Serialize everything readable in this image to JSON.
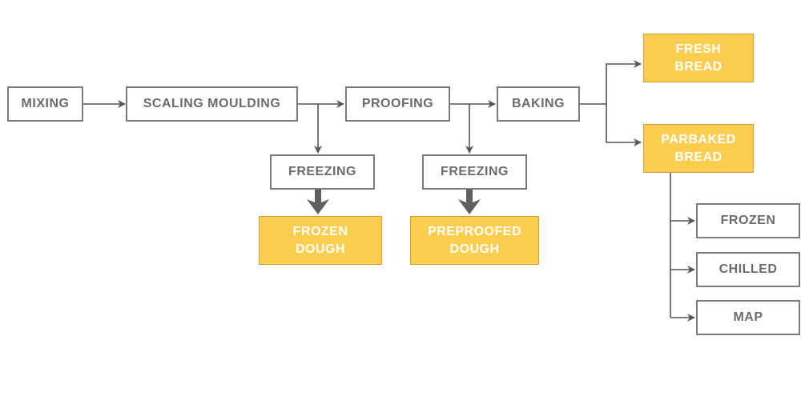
{
  "colors": {
    "process_border": "#7a7a7a",
    "process_text": "#6b6b6b",
    "product_fill": "#fccd4f",
    "product_text": "#ffffff",
    "connector": "#555555"
  },
  "nodes": {
    "mixing": "MIXING",
    "scaling_moulding": "SCALING MOULDING",
    "proofing": "PROOFING",
    "baking": "BAKING",
    "freezing_1": "FREEZING",
    "freezing_2": "FREEZING",
    "frozen_dough": "FROZEN\nDOUGH",
    "preproofed_dough": "PREPROOFED\nDOUGH",
    "fresh_bread": "FRESH\nBREAD",
    "parbaked_bread": "PARBAKED\nBREAD",
    "frozen": "FROZEN",
    "chilled": "CHILLED",
    "map": "MAP"
  }
}
